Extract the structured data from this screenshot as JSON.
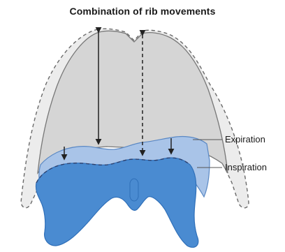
{
  "figure": {
    "title": "Combination of rib movements",
    "labels": {
      "expiration": "Expiration",
      "inspiration": "Inspiration"
    }
  },
  "colors": {
    "ribcage_outer_fill": "#e8e8e8",
    "ribcage_fill": "#d4d4d4",
    "ribcage_stroke": "#6e6e6e",
    "diaphragm_expiration": "#a9c4e8",
    "diaphragm_inspiration": "#4a8bd1",
    "diaphragm_dark": "#2f6fb8",
    "arrow": "#222222",
    "text": "#1a1a1a"
  }
}
